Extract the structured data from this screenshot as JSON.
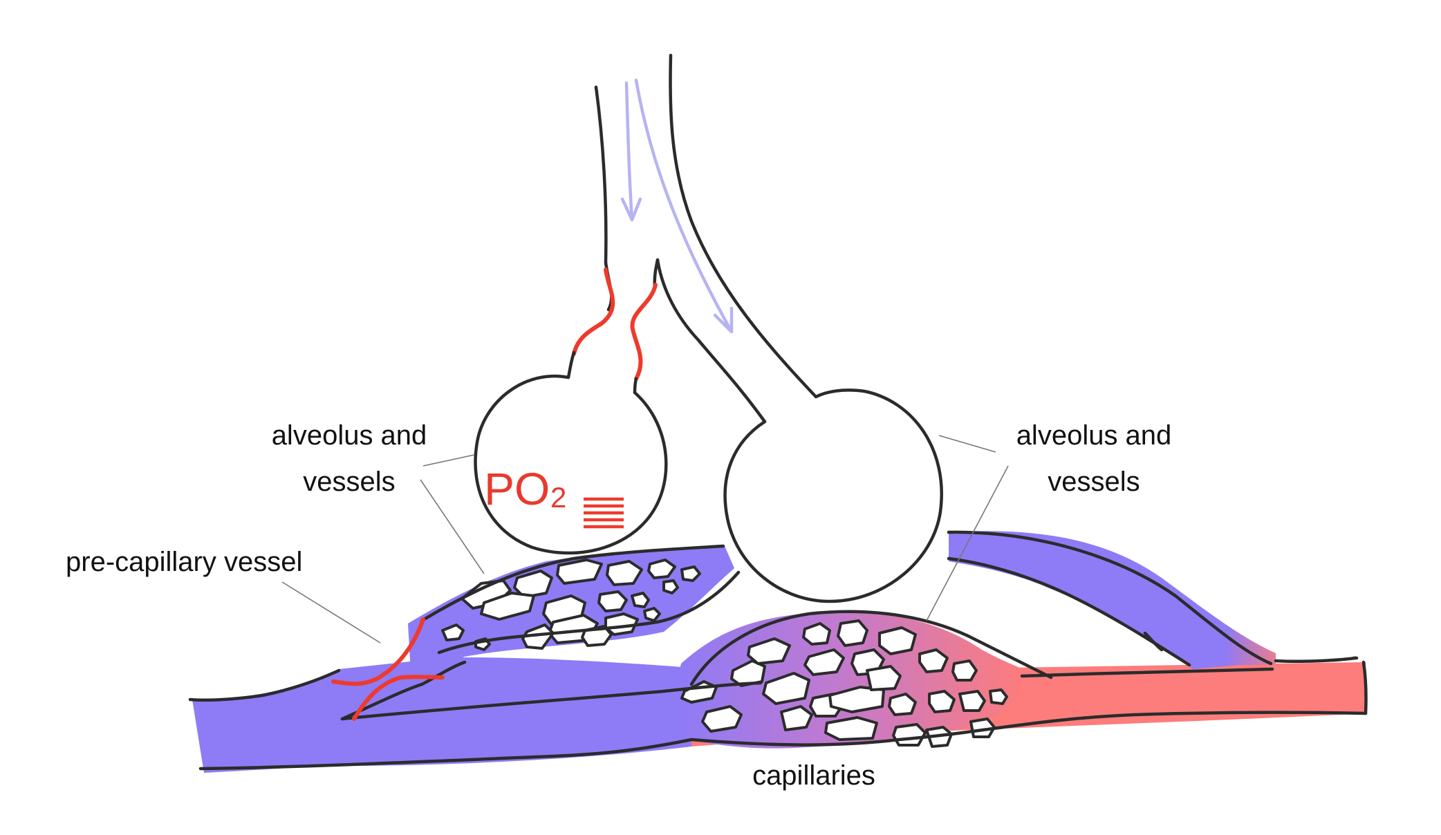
{
  "labels": {
    "alveolus_left_line1": "alveolus and",
    "alveolus_left_line2": "vessels",
    "alveolus_right_line1": "alveolus and",
    "alveolus_right_line2": "vessels",
    "pre_capillary": "pre-capillary vessel",
    "capillaries": "capillaries",
    "po2_main": "PO",
    "po2_sub": "2"
  },
  "colors": {
    "deoxygenated": "#8e7bf6",
    "oxygenated": "#fd7c7c",
    "mixed": "#c07ad0",
    "airflow_arrow": "#b7b3f2",
    "hypoxia_marker": "#ee3a2c",
    "outline": "#2b2b2b"
  }
}
